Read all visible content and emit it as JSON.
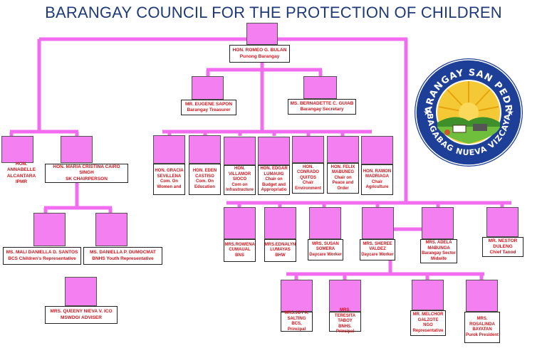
{
  "title": "BARANGAY COUNCIL FOR THE PROTECTION OF CHILDREN",
  "colors": {
    "connector": "#f26cf0",
    "photo": "#f47ff0",
    "name_text": "#d4141c",
    "title_text": "#1f3a78"
  },
  "logo": {
    "top_text": "BARANGAY SAN PEDRO",
    "bottom_text": "BAGABAG NUEVA VIZCAYA"
  },
  "members": {
    "chair": {
      "name": "HON. ROMEO G. BULAN",
      "role": "Punong Barangay"
    },
    "treasurer": {
      "name": "MR. EUGENE SAPON",
      "role": "Barangay Treasurer"
    },
    "secretary": {
      "name": "MS. BERNADETTE C. GUIAB",
      "role": "Barangay Secretary"
    },
    "ipmr": {
      "name": "HON. ANNABELLE ALCANTARA",
      "role": "IPMR"
    },
    "sk": {
      "name": "HON. MARIA CRISTINA CAIRO SINGH",
      "role": "SK CHAIRPERSON"
    },
    "k1": {
      "name": "HON. GRACIA SEVILLENA",
      "role": "Com. On Women and"
    },
    "k2": {
      "name": "HON. EDEN CASTISO",
      "role": "Com. On Education"
    },
    "k3": {
      "name": "HON. VILLAMOR SIOCO",
      "role": "Com on Infrastructure"
    },
    "k4": {
      "name": "HON. EDGAR LUMAUIG",
      "role": "Chair on Budget and Appropriatio"
    },
    "k5": {
      "name": "HON. CONRADO QUITOS",
      "role": "Chair Environment"
    },
    "k6": {
      "name": "HON. FELIX MABUNEG",
      "role": "Chair on Peace and Order"
    },
    "k7": {
      "name": "HON. RAMON MADRIAGA",
      "role": "Chair Agriculture"
    },
    "bcs_rep": {
      "name": "MS. MALI DANIELLA D. SANTOS",
      "role": "BCS Children's Representative"
    },
    "bnhs_rep": {
      "name": "MS. DANIELLA P. DUMOCMAT",
      "role": "BNHS Youth Representative"
    },
    "mswdo": {
      "name": "MRS. QUEENY NIEVA V. ICO",
      "role": "MSWDO/ ADVISER"
    },
    "s1": {
      "name": "MRS.ROWENA CUMAUAL",
      "role": "BNS"
    },
    "s2": {
      "name": "MRS.EDNALYN LUMAYAS",
      "role": "BHW"
    },
    "s3": {
      "name": "MRS. SUSAN SOMERA",
      "role": "Daycare Worker"
    },
    "s4": {
      "name": "MRS. SHEREE VALDEZ",
      "role": "Daycare Worker"
    },
    "s5": {
      "name": "MRS. ADELA MABUNGA",
      "role": "Barangay Sector Midwife"
    },
    "s6": {
      "name": "MR. NESTOR DULENG",
      "role": "Chief Tanod"
    },
    "p1": {
      "name": "MRS.JOY A. SALTING",
      "role": "BCS, Principal"
    },
    "p2": {
      "name": "MRS. TERESITA TABOY",
      "role": "BNHS. Principal"
    },
    "p3": {
      "name": "MR. MELCHOR GALZOTE",
      "role": "NGO Representative"
    },
    "p4": {
      "name": "MRS. ROSALINDA BAYATAN",
      "role": "Purok President"
    }
  }
}
